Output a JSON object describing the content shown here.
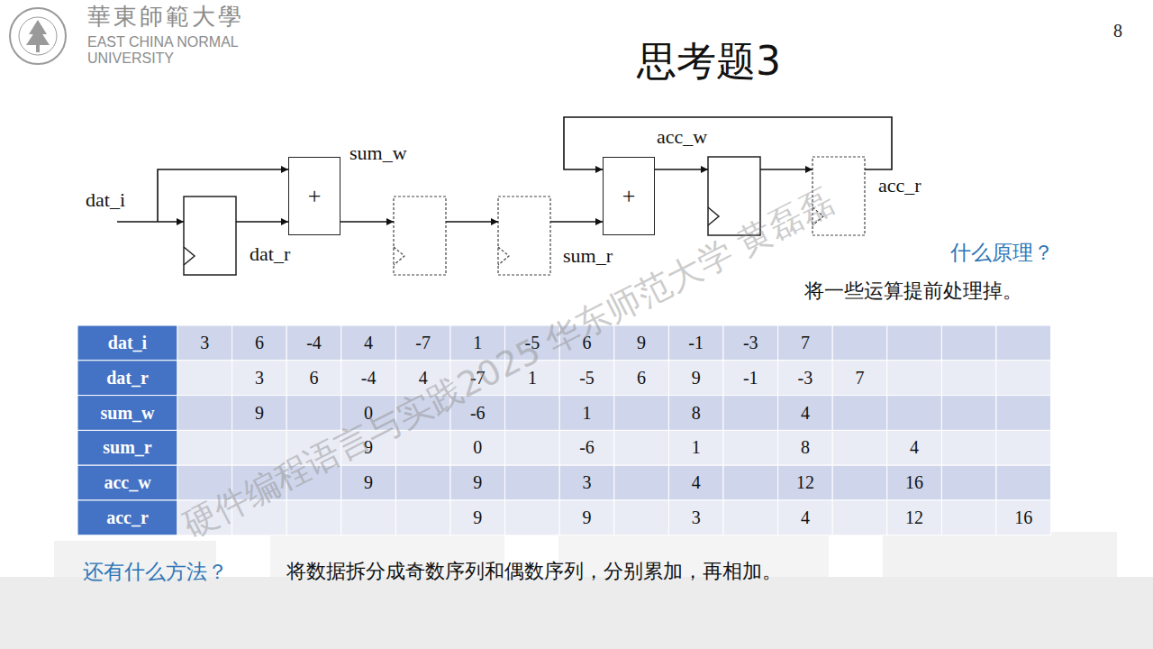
{
  "diagram": {
    "title": "思考题3",
    "nodes": [
      {
        "text": [
          "+"
        ]
      },
      {
        "text": [
          "+"
        ]
      }
    ],
    "labels": [
      "華東師範大學",
      "EAST CHINA NORMAL",
      "UNIVERSITY",
      "8",
      "acc_w",
      "sum_w",
      "acc_r",
      "dat_i",
      "dat_r",
      "sum_r",
      "什么原理？",
      "将一些运算提前处理掉。",
      "dat_i",
      "3",
      "6",
      "-4",
      "4",
      "-7",
      "1",
      "-5",
      "6",
      "9",
      "-1",
      "-3",
      "7",
      "dat_r",
      "3",
      "6",
      "-4",
      "4",
      "-7",
      "1",
      "-5",
      "6",
      "9",
      "-1",
      "-3",
      "7",
      "sum_w",
      "9",
      "0",
      "-6",
      "1",
      "8",
      "4",
      "sum_r",
      "9",
      "0",
      "-6",
      "1",
      "8",
      "4",
      "acc_w",
      "9",
      "9",
      "3",
      "4",
      "12",
      "16",
      "acc_r",
      "9",
      "9",
      "3",
      "4",
      "12",
      "16",
      "还有什么方法？",
      "将数据拆分成奇数序列和偶数序列，分别累加，再相加。",
      "硬件编程语言与实践2025 华东师范大学 黄磊磊"
    ]
  }
}
